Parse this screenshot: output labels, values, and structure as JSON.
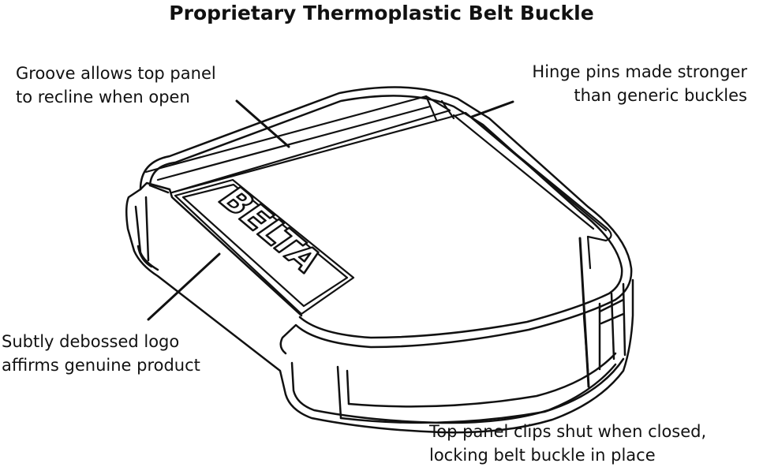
{
  "title": "Proprietary Thermoplastic Belt Buckle",
  "callouts": {
    "groove": [
      "Groove allows top panel",
      "to recline when open"
    ],
    "hinge": [
      "Hinge pins made stronger",
      "than generic buckles"
    ],
    "logo": [
      "Subtly debossed logo",
      "affirms genuine product"
    ],
    "clip": [
      "Top panel clips shut when closed,",
      "locking belt buckle in place"
    ]
  },
  "logo_text": "BELTA",
  "colors": {
    "ink": "#111111",
    "background": "#ffffff"
  }
}
